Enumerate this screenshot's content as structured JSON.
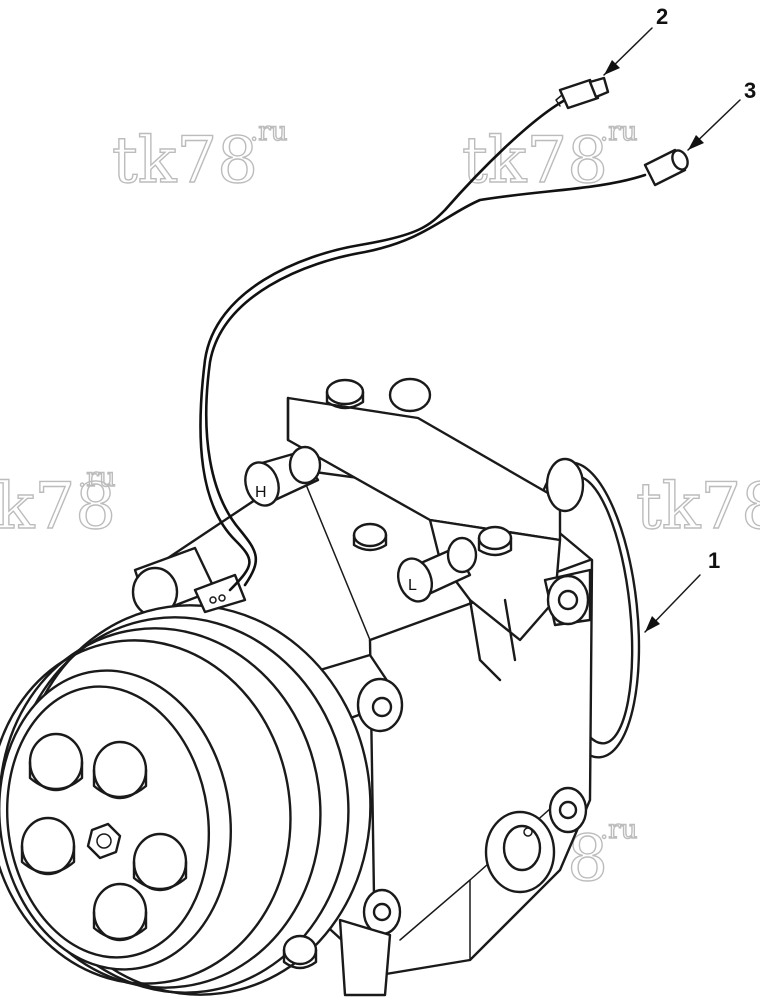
{
  "callouts": [
    {
      "id": "1",
      "label": "1"
    },
    {
      "id": "2",
      "label": "2"
    },
    {
      "id": "3",
      "label": "3"
    }
  ],
  "valve_marks": {
    "high": "H",
    "low": "L"
  },
  "watermark": {
    "main": "tk78",
    "suffix": ".ru"
  }
}
